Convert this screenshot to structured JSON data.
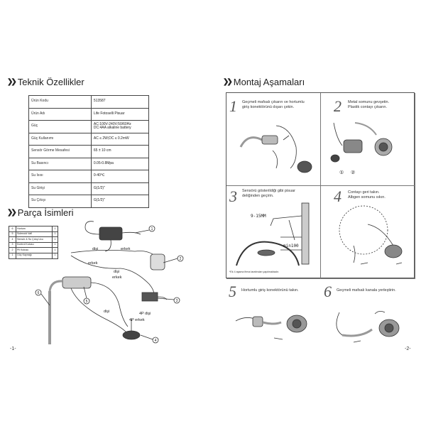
{
  "left": {
    "title": "Teknik Özellikler",
    "specs": [
      {
        "label": "Ürün Kodu",
        "value": "513587"
      },
      {
        "label": "Ürün Adı",
        "value": "Life Fotoselli Pisuar"
      },
      {
        "label": "Güç",
        "value": "AC:100V-240V;50/60Hz\nDC:4AA alkaline battery"
      },
      {
        "label": "Güç Kullanımı",
        "value": "AC ≤ 2W;DC ≤ 0.2mW"
      },
      {
        "label": "Sensör Görme Mesafesi",
        "value": "65 ± 10 cm"
      },
      {
        "label": "Su Basıncı",
        "value": "0.05-0.8Mpa"
      },
      {
        "label": "Su Isısı",
        "value": "0-40℃"
      },
      {
        "label": "Su Girişi",
        "value": "G(1/2)\""
      },
      {
        "label": "Su Çıkışı",
        "value": "G(1/2)\""
      }
    ],
    "parts_title": "Parça İsimleri",
    "parts": [
      {
        "no": "6",
        "name": "Hortum",
        "qty": "1"
      },
      {
        "no": "5",
        "name": "Solenoid Vafl",
        "qty": "1"
      },
      {
        "no": "4",
        "name": "Sensör & Su Çıkış Ucu",
        "qty": "1"
      },
      {
        "no": "3",
        "name": "Kontrol Kutusu",
        "qty": "1"
      },
      {
        "no": "2",
        "name": "Pil Kutusu",
        "qty": "1"
      },
      {
        "no": "1",
        "name": "Güç Kaynağı",
        "qty": "1"
      }
    ],
    "diagram_labels": {
      "disi_1": "dişi",
      "erkek_1": "erkek",
      "erkek_2": "erkek",
      "disi_2": "dişi",
      "disi_3": "dişi",
      "erkek_3": "erkek",
      "p4_disi": "4P dişi",
      "p4_erkek": "4P erkek",
      "n1": "1",
      "n2": "2",
      "n3": "3",
      "n4": "4",
      "n5": "5",
      "n6": "6"
    },
    "page_number": "-1-"
  },
  "right": {
    "title": "Montaj Aşamaları",
    "steps": [
      {
        "num": "1",
        "text": "Geçmeli mafsalı çıkarın ve hortumlu\ngiriş konektörünü dışarı çekin."
      },
      {
        "num": "2",
        "text": "Metal somunu gevşetin.\nPlastik contayı çıkarın."
      },
      {
        "num": "3",
        "text": "Sensörü gösterildiği gibi pisuar\ndeliğinden geçirin."
      },
      {
        "num": "4",
        "text": "Contayı geri takın.\nAlbgen somunu sıkın."
      },
      {
        "num": "5",
        "text": "Hortumlu giriş konektörünü takın."
      },
      {
        "num": "6",
        "text": "Geçmeli mafsalı kanala yerleştirin."
      }
    ],
    "step3_dims": {
      "range": "9-15MM",
      "min": "min100"
    },
    "step2_marks": {
      "a": "①",
      "b": "②"
    },
    "note": "*Ek 4 aşama firma tarafından yapılmaktadır.",
    "page_number": "-2-"
  }
}
